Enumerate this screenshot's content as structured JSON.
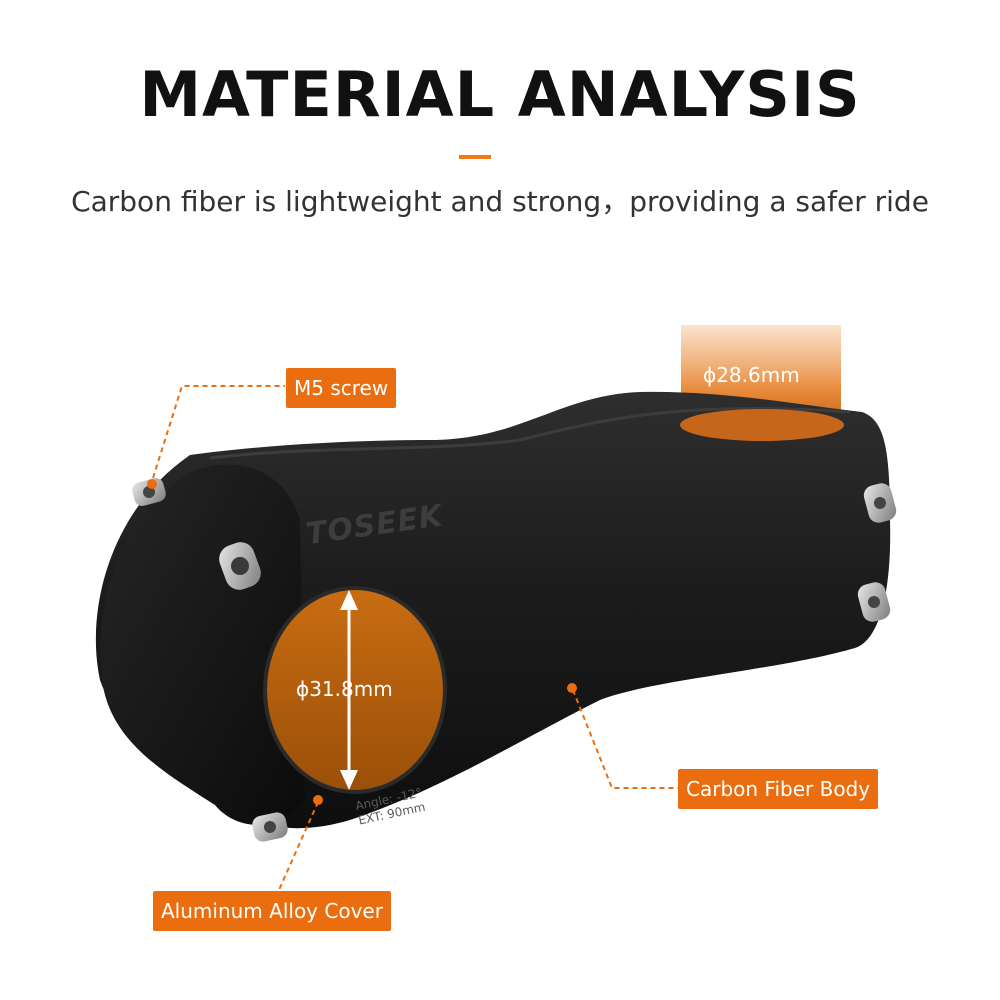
{
  "header": {
    "title": "MATERIAL ANALYSIS",
    "subtitle": "Carbon fiber is lightweight and strong，providing a safer ride"
  },
  "product": {
    "brand": "TOSEEK",
    "engraving_line1": "Angle: -12°",
    "engraving_line2": "EXT: 90mm"
  },
  "callouts": {
    "m5_screw": "M5 screw",
    "carbon_body": "Carbon Fiber Body",
    "alloy_cover": "Aluminum Alloy Cover"
  },
  "dimensions": {
    "clamp_diameter": "ϕ31.8mm",
    "steerer_diameter": "ϕ28.6mm"
  },
  "colors": {
    "accent": "#ea6d10",
    "stem_body": "#1a1a1a",
    "bore_orange": "#b8620a"
  }
}
